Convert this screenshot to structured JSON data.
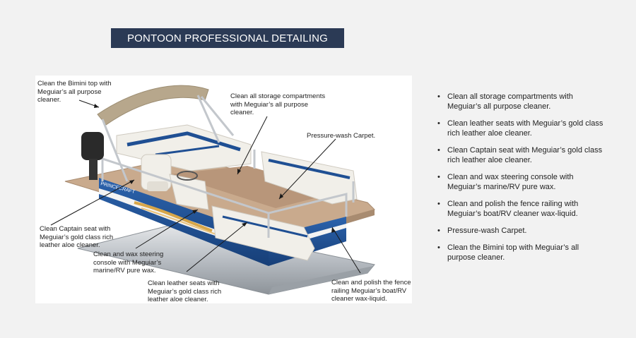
{
  "title": "PONTOON PROFESSIONAL DETAILING",
  "image": {
    "brand_mark": "PRINCECRAFT",
    "callouts": [
      {
        "id": "bimini",
        "lines": [
          "Clean the Bimini top with",
          "Meguiar’s all purpose",
          "cleaner."
        ]
      },
      {
        "id": "storage",
        "lines": [
          "Clean all storage compartments",
          "with Meguiar’s all purpose",
          "cleaner."
        ]
      },
      {
        "id": "carpet",
        "lines": [
          "Pressure-wash Carpet."
        ]
      },
      {
        "id": "captain",
        "lines": [
          "Clean Captain seat with",
          "Meguiar’s gold class rich",
          "leather aloe cleaner."
        ]
      },
      {
        "id": "console",
        "lines": [
          "Clean and wax steering",
          "console with Meguiar’s",
          "marine/RV pure wax."
        ]
      },
      {
        "id": "seats",
        "lines": [
          "Clean leather seats with",
          "Meguiar’s gold class rich",
          "leather aloe cleaner."
        ]
      },
      {
        "id": "railing",
        "lines": [
          "Clean and polish the fence",
          "railing Meguiar’s boat/RV",
          "cleaner wax-liquid."
        ]
      }
    ]
  },
  "tasks": {
    "bullet": "•",
    "items": [
      {
        "lines": [
          "Clean all storage compartments with",
          "Meguiar’s all purpose cleaner."
        ]
      },
      {
        "lines": [
          "Clean leather seats with Meguiar’s gold class",
          "rich leather aloe cleaner."
        ]
      },
      {
        "lines": [
          "Clean Captain seat with Meguiar’s gold class",
          "rich leather aloe cleaner."
        ]
      },
      {
        "lines": [
          "Clean and wax steering console with",
          "Meguiar’s marine/RV pure wax."
        ]
      },
      {
        "lines": [
          "Clean and polish the fence railing with",
          "Meguiar’s boat/RV cleaner wax-liquid."
        ]
      },
      {
        "lines": [
          "Pressure-wash Carpet."
        ]
      },
      {
        "lines": [
          "Clean the Bimini top with Meguiar’s all",
          "purpose cleaner."
        ]
      }
    ]
  },
  "colors": {
    "title_bg": "#2b3a55",
    "hull_blue": "#1f4f93",
    "carpet": "#b8967a",
    "deck": "#c9aa8d",
    "bimini": "#b7a78c",
    "seat_white": "#f1efe9",
    "rail": "#c3c7cc"
  }
}
